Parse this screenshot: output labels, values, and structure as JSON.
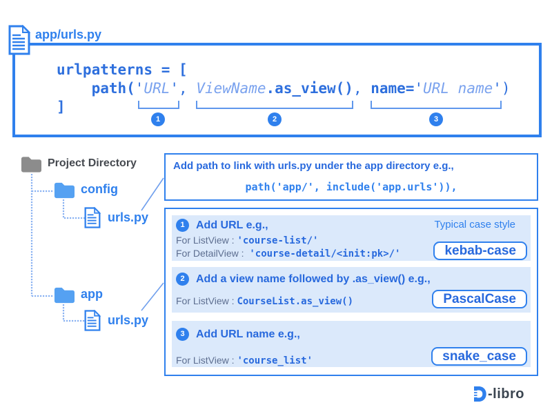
{
  "header": {
    "file_label": "app/urls.py"
  },
  "code_block": {
    "line1": "urlpatterns = [",
    "line2": {
      "indent": "    ",
      "path_fn": "path(",
      "q1": "'",
      "url_placeholder": "URL",
      "q2": "'",
      "comma1": ", ",
      "view_name": "ViewName",
      "as_view": ".as_view()",
      "comma2": ", ",
      "name_kw": "name=",
      "q3": "'",
      "url_name_placeholder": "URL name",
      "q4": "'",
      "close_paren": ")"
    },
    "line3": "]",
    "badges": [
      "1",
      "2",
      "3"
    ]
  },
  "tree": {
    "root_label": "Project Directory",
    "config_folder": "config",
    "config_file": "urls.py",
    "app_folder": "app",
    "app_file": "urls.py"
  },
  "box1": {
    "heading": "Add path to link with urls.py under the app directory e.g.,",
    "code": "path('app/', include('app.urls')),"
  },
  "box2": {
    "case_style_label": "Typical case style",
    "sections": [
      {
        "num": "1",
        "heading": "Add URL e.g.,",
        "line1_label": "For ListView : ",
        "line1_code": "'course-list/'",
        "line2_label": "For DetailView :  ",
        "line2_code": "'course-detail/<init:pk>/'",
        "pill": "kebab-case"
      },
      {
        "num": "2",
        "heading": "Add a view name followed by .as_view() e.g.,",
        "line1_label": "For ListView : ",
        "line1_code": "CourseList.as_view()",
        "pill": "PascalCase"
      },
      {
        "num": "3",
        "heading": "Add URL name e.g.,",
        "line1_label": "For ListView : ",
        "line1_code": "'course_list'",
        "pill": "snake_case"
      }
    ]
  },
  "logo": {
    "text": "-libro"
  },
  "colors": {
    "primary_blue": "#2f80ed",
    "deep_code_blue": "#2869dd",
    "italic_code_blue": "#7aa2ee",
    "light_blue_bg": "#dbe9fb",
    "folder_blue": "#55a1f2",
    "root_folder_gray": "#8c8c8c",
    "label_gray_blue": "#5d6e90",
    "dark_text": "#45494f",
    "logo_dark": "#3b4550"
  }
}
